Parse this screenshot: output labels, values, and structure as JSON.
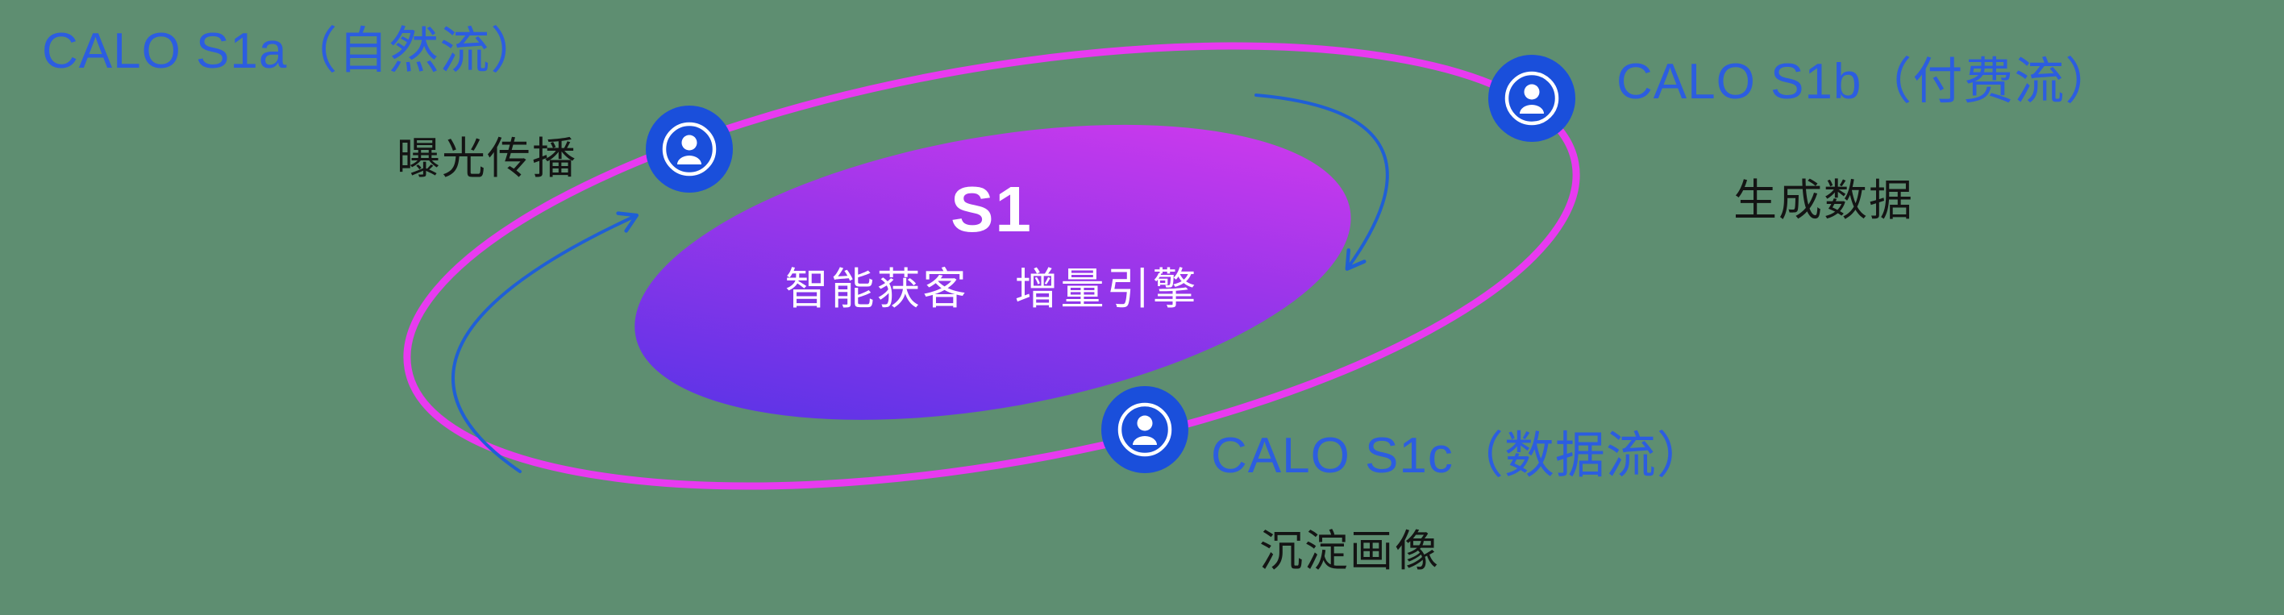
{
  "diagram": {
    "core": {
      "title": "S1",
      "subtitle": "智能获客　增量引擎"
    },
    "nodes": [
      {
        "id": "s1a",
        "title": "CALO S1a（自然流）",
        "subtitle": "曝光传播",
        "icon": "user-icon"
      },
      {
        "id": "s1b",
        "title": "CALO S1b（付费流）",
        "subtitle": "生成数据",
        "icon": "user-icon"
      },
      {
        "id": "s1c",
        "title": "CALO S1c（数据流）",
        "subtitle": "沉淀画像",
        "icon": "user-icon"
      }
    ],
    "arrows": [
      {
        "id": "flow-arrow-left",
        "direction": "counter-clockwise, pointing up toward CALO S1a node"
      },
      {
        "id": "flow-arrow-right",
        "direction": "clockwise, curving down toward core right edge"
      }
    ]
  },
  "colors": {
    "background": "#5e8e71",
    "orbit_ring": "#e83af0",
    "core_gradient_from": "#4c33e6",
    "core_gradient_to": "#de3bee",
    "node_fill": "#1a4fdb",
    "icon": "#ffffff",
    "title_text": "#2c5de0",
    "subtitle_text": "#141414",
    "core_text": "#ffffff",
    "arrow": "#1f5fd6"
  }
}
